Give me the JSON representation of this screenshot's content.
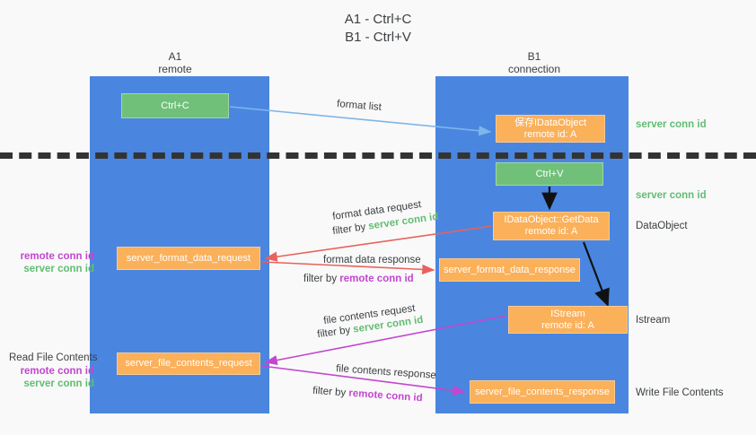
{
  "title": "A1 - Ctrl+C\nB1 - Ctrl+V",
  "columns": [
    {
      "id": "A1",
      "name": "A1",
      "sub": "remote",
      "label": "A1\nremote"
    },
    {
      "id": "B1",
      "name": "B1",
      "sub": "connection",
      "label": "B1\nconnection"
    }
  ],
  "colors": {
    "lane": "#4a86e0",
    "green_box": "#71c07a",
    "orange_box": "#fbb05a",
    "server_conn_id": "#62bd72",
    "remote_conn_id": "#c247cf",
    "arrow_format_list": "#7eb6e8",
    "arrow_format_data": "#e8625c",
    "arrow_file_contents": "#c247cf",
    "arrow_black": "#000000",
    "background": "#f9f9f9"
  },
  "boxes": {
    "ctrl_c": {
      "label": "Ctrl+C",
      "kind": "green",
      "lane": "A1"
    },
    "save_idataobject": {
      "line1": "保存IDataObject",
      "line2": "remote id: A",
      "kind": "orange",
      "lane": "B1"
    },
    "ctrl_v": {
      "label": "Ctrl+V",
      "kind": "green",
      "lane": "B1"
    },
    "getdata": {
      "line1": "IDataObject::GetData",
      "line2": "remote id: A",
      "kind": "orange",
      "lane": "B1"
    },
    "server_format_data_request": {
      "label": "server_format_data_request",
      "kind": "orange",
      "lane": "A1"
    },
    "server_format_data_response": {
      "label": "server_format_data_response",
      "kind": "orange",
      "lane": "B1"
    },
    "istream": {
      "line1": "IStream",
      "line2": "remote id: A",
      "kind": "orange",
      "lane": "B1"
    },
    "server_file_contents_request": {
      "label": "server_file_contents_request",
      "kind": "orange",
      "lane": "A1"
    },
    "server_file_contents_response": {
      "label": "server_file_contents_response",
      "kind": "orange",
      "lane": "B1"
    }
  },
  "arrow_captions": {
    "format_list": "format list",
    "format_data_request": "format data request",
    "format_data_request_filter_prefix": "filter by ",
    "format_data_request_filter_value": "server conn id",
    "format_data_response": "format data response",
    "format_data_response_filter_prefix": "filter by ",
    "format_data_response_filter_value": "remote conn id",
    "file_contents_request": "file contents request",
    "file_contents_request_filter_prefix": "filter by ",
    "file_contents_request_filter_value": "server conn id",
    "file_contents_response": "file contents response",
    "file_contents_response_filter_prefix": "filter by ",
    "file_contents_response_filter_value": "remote conn id"
  },
  "right_labels": {
    "server_conn_id_top": "server conn id",
    "server_conn_id_mid": "server conn id",
    "dataobject": "DataObject",
    "istream": "Istream",
    "write_file_contents": "Write File Contents"
  },
  "left_labels": {
    "remote_conn_id_1": "remote conn id",
    "server_conn_id_1": "server conn id",
    "read_file_contents": "Read File Contents",
    "remote_conn_id_2": "remote conn id",
    "server_conn_id_2": "server conn id"
  }
}
